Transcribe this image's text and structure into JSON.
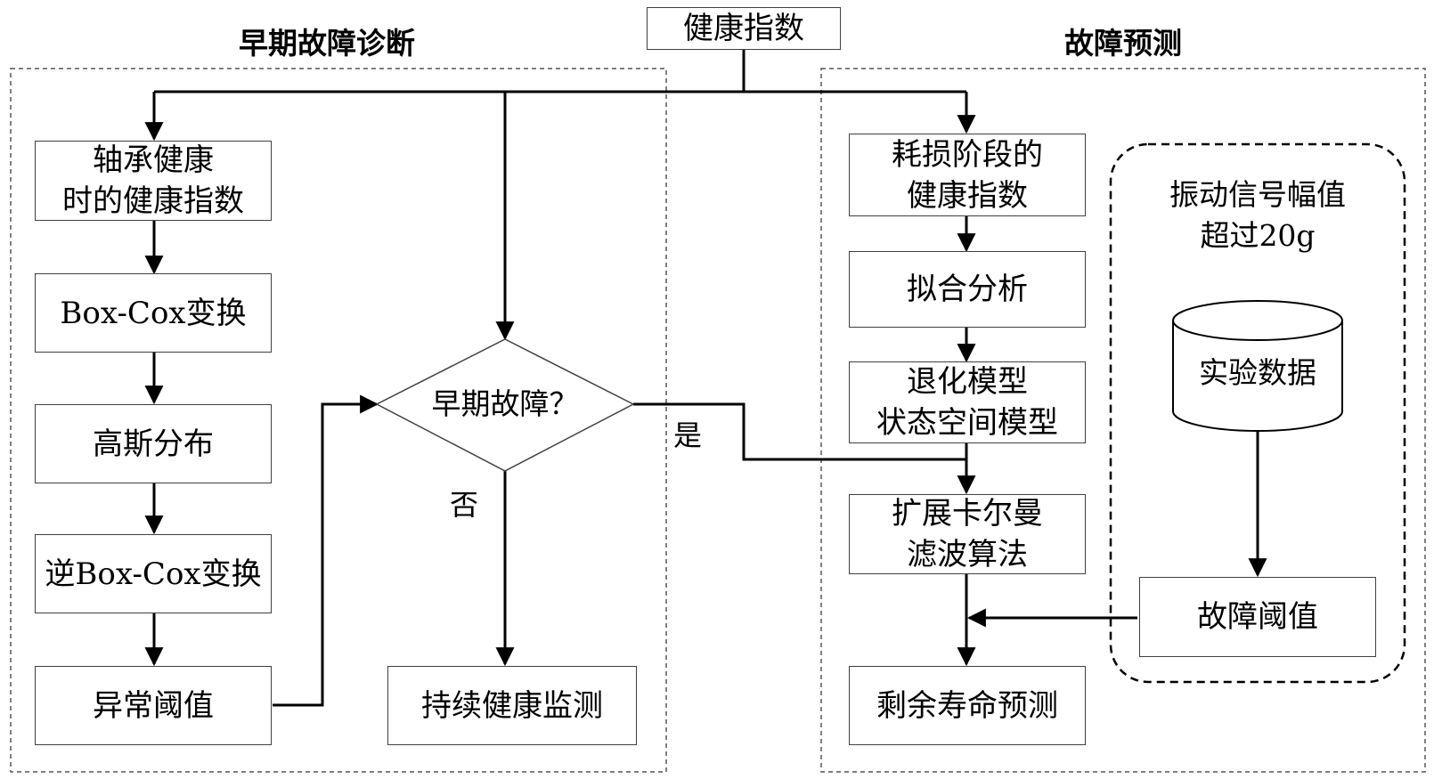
{
  "top_input": "健康指数",
  "left_panel": {
    "title": "早期故障诊断",
    "steps": [
      {
        "line1": "轴承健康",
        "line2": "时的健康指数"
      },
      {
        "line1": "Box-Cox变换"
      },
      {
        "line1": "高斯分布"
      },
      {
        "line1": "逆Box-Cox变换"
      },
      {
        "line1": "异常阈值"
      }
    ],
    "decision": "早期故障？",
    "yes_label": "是",
    "no_label": "否",
    "monitor": "持续健康监测"
  },
  "right_panel": {
    "title": "故障预测",
    "steps": [
      {
        "line1": "耗损阶段的",
        "line2": "健康指数"
      },
      {
        "line1": "拟合分析"
      },
      {
        "line1": "退化模型",
        "line2": "状态空间模型"
      },
      {
        "line1": "扩展卡尔曼",
        "line2": "滤波算法"
      },
      {
        "line1": "剩余寿命预测"
      }
    ],
    "experiment": {
      "condition_line1": "振动信号幅值",
      "condition_line2": "超过20g",
      "data_label": "实验数据",
      "threshold": "故障阈值"
    }
  }
}
